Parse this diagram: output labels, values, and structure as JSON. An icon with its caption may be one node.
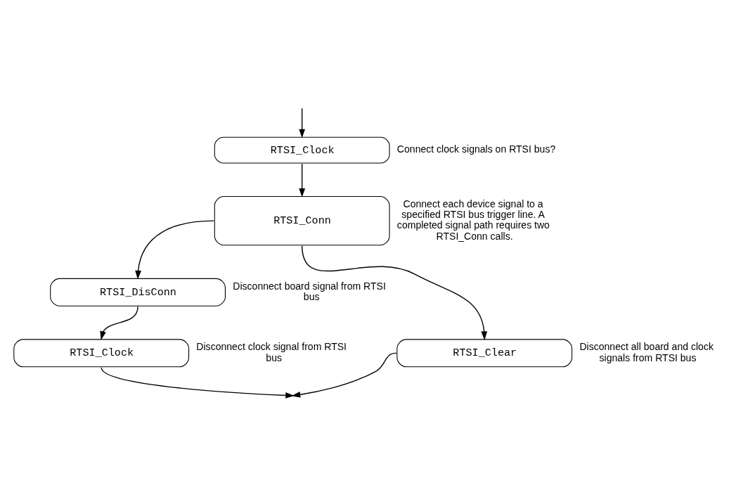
{
  "diagram": {
    "nodes": [
      {
        "text": [
          "RTSI_Clock"
        ],
        "beside": [
          "Connect clock signals on RTSI bus?"
        ]
      },
      {
        "text": [
          "RTSI_Conn"
        ],
        "beside": [
          "Connect each device signal to a specified RTSI bus trigger line. A completed signal path requires two RTSI_Conn calls."
        ]
      },
      {
        "text": [
          "RTSI_DisConn"
        ],
        "beside": [
          "Disconnect board signal from RTSI bus"
        ]
      },
      {
        "text": [
          "RTSI_Clock"
        ],
        "beside": [
          "Disconnect clock signal from RTSI bus"
        ]
      },
      {
        "text": [
          "RTSI_Clear"
        ],
        "beside": [
          "Disconnect all board and clock signals from RTSI bus"
        ]
      }
    ],
    "edges": [
      {
        "from": null,
        "to": 0,
        "arrow": "to"
      },
      {
        "from": 0,
        "to": 1,
        "arrow": "to"
      },
      {
        "from": 1,
        "to": 2,
        "arrow": "to"
      },
      {
        "from": 1,
        "to": 4,
        "arrow": "to"
      },
      {
        "from": 2,
        "to": 3,
        "arrow": "to"
      },
      {
        "from": 3,
        "to": null,
        "arrow": "to"
      },
      {
        "from": 4,
        "to": null,
        "arrow": "to"
      }
    ]
  }
}
